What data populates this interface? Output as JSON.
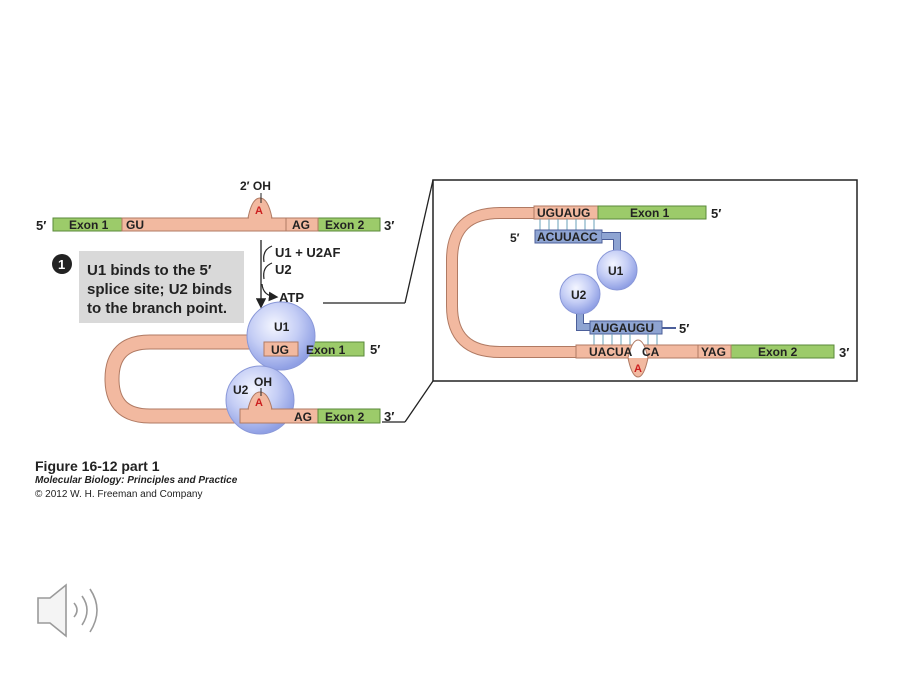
{
  "step": {
    "number": "1",
    "text_lines": [
      "U1 binds to the 5′",
      "splice site; U2 binds",
      "to the branch point."
    ]
  },
  "labels": {
    "five_prime": "5′",
    "three_prime": "3′",
    "exon1": "Exon 1",
    "exon2": "Exon 2",
    "gu": "GU",
    "ag": "AG",
    "ug": "UG",
    "yag": "YAG",
    "oh": "OH",
    "two_prime_oh": "2′ OH",
    "branch_a": "A",
    "u1": "U1",
    "u2": "U2",
    "factors": "U1 + U2AF",
    "atp": "ATP"
  },
  "zoom": {
    "top_seq": "UGUAUG",
    "u1_seq": "ACUUACC",
    "u2_seq": "AUGAUGU",
    "branch_left": "UACUA",
    "branch_right": "CA"
  },
  "caption": {
    "title": "Figure 16-12 part 1",
    "subtitle": "Molecular Biology: Principles and Practice",
    "copyright": "© 2012 W. H. Freeman and Company"
  },
  "colors": {
    "exon": "#9ccb6a",
    "intron": "#f2b9a0",
    "intron_stroke": "#b07a63",
    "snrna": "#8ea4d2",
    "snrnp": "#b7c2ef",
    "branch_a": "#cc1f1f",
    "step_box": "#d9d9d9"
  },
  "icons": {
    "speaker": "speaker-icon"
  }
}
